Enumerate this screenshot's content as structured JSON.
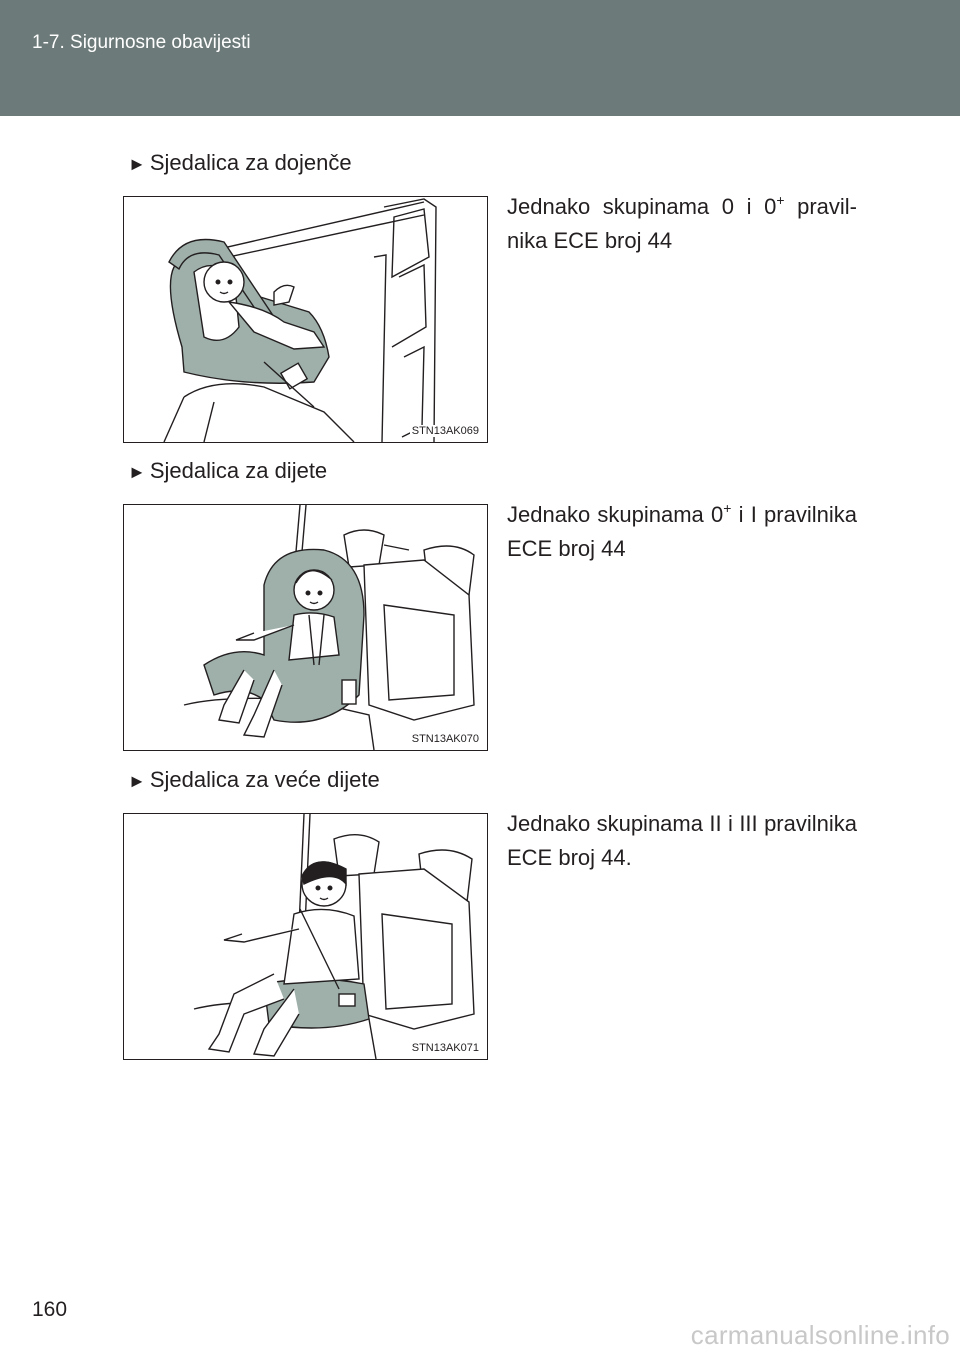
{
  "header": {
    "title": "1-7. Sigurnosne obavijesti"
  },
  "sections": [
    {
      "heading": "Sjedalica za dojenče",
      "figure_code": "STN13AK069",
      "desc_part1": "Jednako skupinama 0 i 0",
      "desc_sup": "+",
      "desc_part2": " pravil­nika ECE broj 44",
      "figure_icon": "infant-seat-illustration"
    },
    {
      "heading": "Sjedalica za dijete",
      "figure_code": "STN13AK070",
      "desc_part1": "Jednako skupinama 0",
      "desc_sup": "+",
      "desc_part2": " i I pravil­nika ECE broj 44",
      "figure_icon": "child-seat-illustration"
    },
    {
      "heading": "Sjedalica za veće dijete",
      "figure_code": "STN13AK071",
      "desc_part1": "Jednako skupinama II i III pravil­nika ECE broj 44.",
      "desc_sup": "",
      "desc_part2": "",
      "figure_icon": "booster-seat-illustration"
    }
  ],
  "page_number": "160",
  "watermark": "carmanualsonline.info",
  "colors": {
    "header_bg": "#6c7a79",
    "text": "#231f20",
    "seat_fill": "#9fb0ab"
  }
}
